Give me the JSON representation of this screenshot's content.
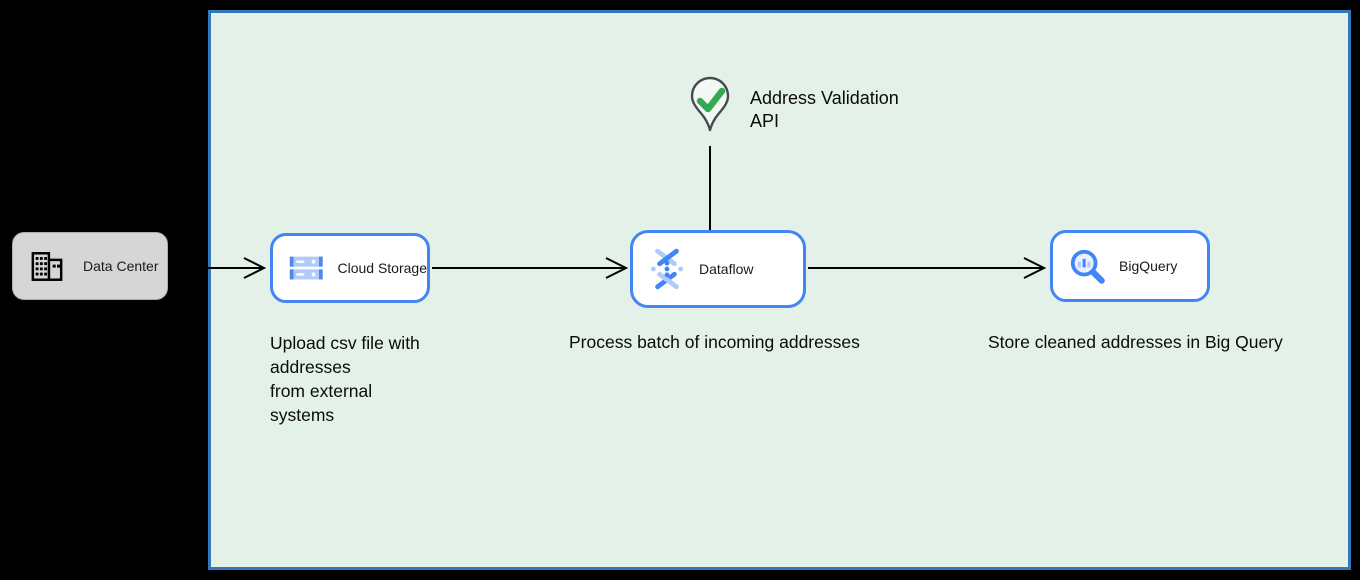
{
  "colors": {
    "canvas_background": "#000000",
    "boundary_fill": "#E3F1E8",
    "boundary_border": "#3279BC",
    "service_node_border": "#4285F4",
    "data_center_fill": "#D6D6D6",
    "icon_blue_dark": "#4285F4",
    "icon_blue_light": "#AECBFA",
    "check_green": "#34A853",
    "connector_black": "#000000"
  },
  "nodes": {
    "data_center": {
      "label": "Data Center"
    },
    "cloud_storage": {
      "label": "Cloud Storage"
    },
    "dataflow": {
      "label": "Dataflow"
    },
    "bigquery": {
      "label": "BigQuery"
    },
    "address_validation_api": {
      "label": "Address Validation\nAPI"
    }
  },
  "captions": {
    "cloud_storage": "Upload csv file with\naddresses\nfrom external\nsystems",
    "dataflow": "Process batch of incoming addresses",
    "bigquery": "Store cleaned addresses in Big Query"
  }
}
